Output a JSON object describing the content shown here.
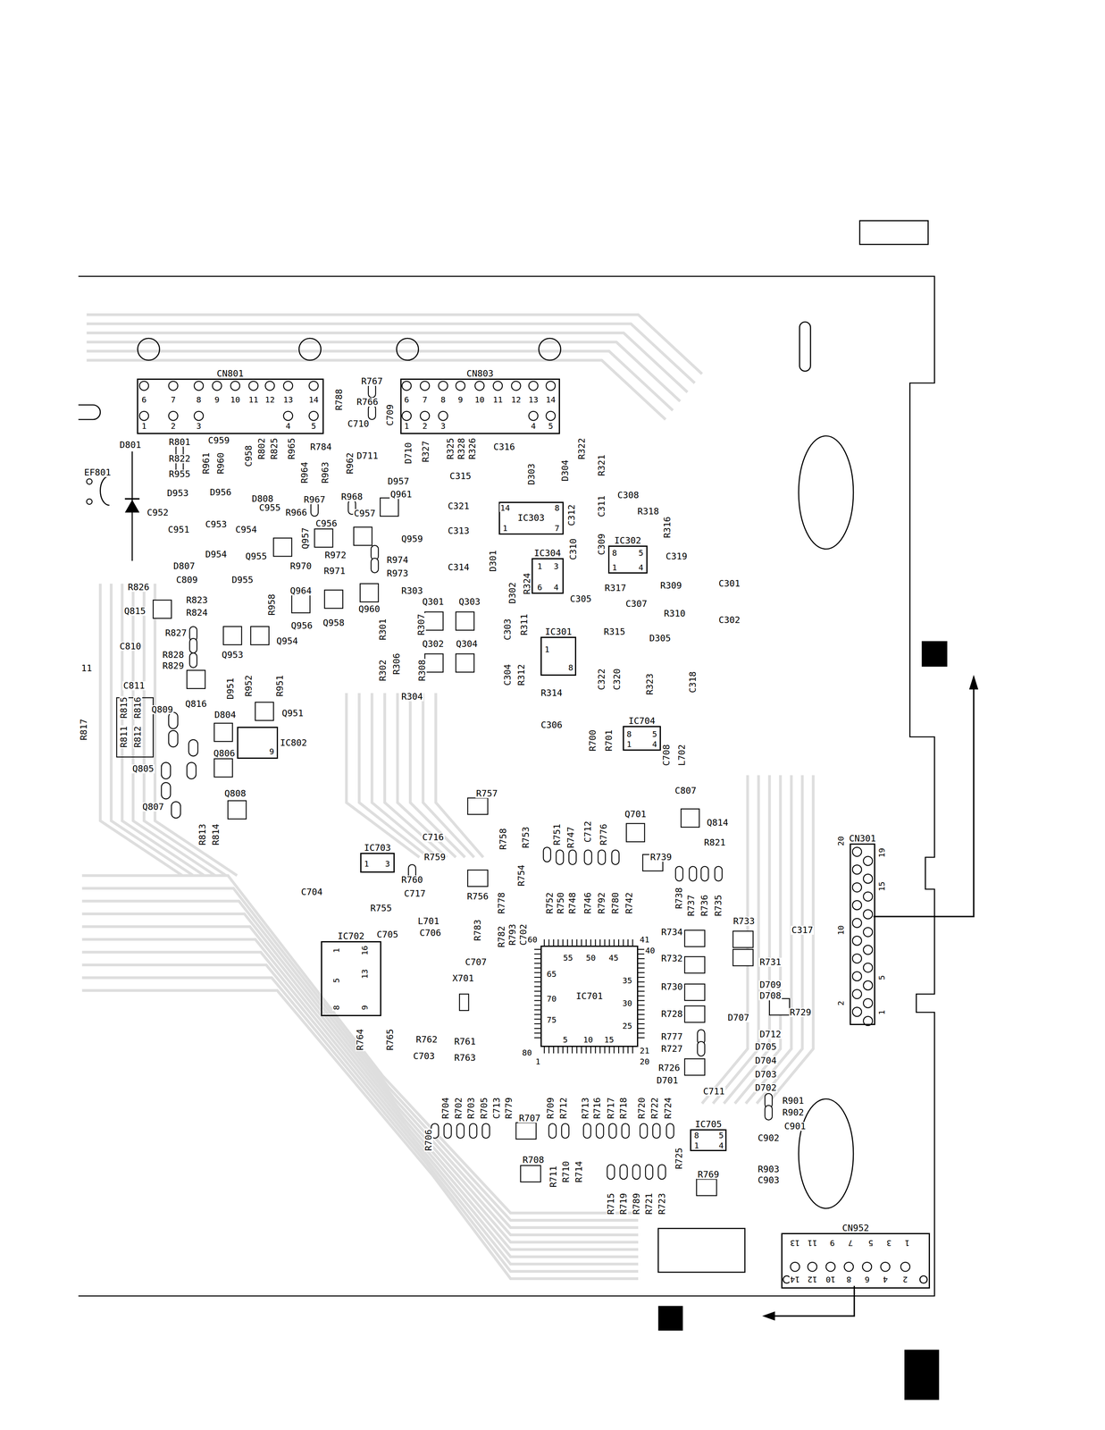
{
  "diagram": {
    "nodes": [
      {
        "text": [
          "CN801"
        ]
      },
      {
        "text": [
          "CN803"
        ]
      },
      {
        "text": [
          "CN301"
        ]
      },
      {
        "text": [
          "CN952"
        ]
      },
      {
        "text": [
          "IC701"
        ]
      },
      {
        "text": [
          "IC702"
        ]
      },
      {
        "text": [
          "IC703"
        ]
      },
      {
        "text": [
          "IC303"
        ]
      },
      {
        "text": [
          "IC302"
        ]
      },
      {
        "text": [
          "IC304"
        ]
      },
      {
        "text": [
          "IC301"
        ]
      },
      {
        "text": [
          "IC704"
        ]
      },
      {
        "text": [
          "IC705"
        ]
      },
      {
        "text": [
          "IC802"
        ]
      }
    ],
    "labels": [
      "6",
      "7",
      "8",
      "9",
      "10",
      "11",
      "12",
      "13",
      "14",
      "1",
      "2",
      "3",
      "4",
      "5",
      "6",
      "7",
      "8",
      "9",
      "10",
      "11",
      "12",
      "13",
      "14",
      "1",
      "2",
      "3",
      "4",
      "5",
      "20",
      "19",
      "15",
      "10",
      "5",
      "2",
      "1",
      "13",
      "11",
      "9",
      "7",
      "5",
      "3",
      "1",
      "14",
      "12",
      "10",
      "8",
      "6",
      "4",
      "2",
      "60",
      "55",
      "50",
      "45",
      "41",
      "40",
      "35",
      "30",
      "25",
      "21",
      "20",
      "15",
      "10",
      "5",
      "1",
      "80",
      "75",
      "70",
      "65",
      "16",
      "13",
      "9",
      "1",
      "5",
      "8",
      "1",
      "3",
      "14",
      "8",
      "1",
      "7",
      "8",
      "5",
      "1",
      "4",
      "1",
      "3",
      "6",
      "4",
      "1",
      "8",
      "8",
      "5",
      "1",
      "4",
      "8",
      "5",
      "1",
      "4",
      "9",
      "D801",
      "EF801",
      "R801",
      "C959",
      "R822",
      "R955",
      "R961",
      "R960",
      "C958",
      "R802",
      "R825",
      "R965",
      "R964",
      "R963",
      "R962",
      "R784",
      "C710",
      "R788",
      "R767",
      "R766",
      "C709",
      "D711",
      "D710",
      "R327",
      "R325",
      "R328",
      "R326",
      "C316",
      "R322",
      "R321",
      "D303",
      "D304",
      "C315",
      "D957",
      "Q961",
      "D953",
      "D956",
      "D808",
      "R967",
      "R968",
      "C952",
      "R966",
      "C955",
      "C956",
      "C957",
      "C953",
      "C954",
      "C951",
      "Q957",
      "Q959",
      "Q955",
      "D807",
      "D954",
      "R970",
      "R972",
      "R971",
      "R974",
      "R973",
      "C321",
      "C313",
      "C314",
      "D301",
      "D302",
      "R324",
      "C312",
      "C311",
      "C308",
      "R318",
      "R316",
      "C310",
      "C309",
      "C319",
      "R317",
      "R309",
      "C301",
      "R310",
      "C302",
      "C307",
      "C305",
      "R826",
      "C809",
      "D955",
      "R823",
      "R824",
      "Q815",
      "R827",
      "C810",
      "R828",
      "R829",
      "Q953",
      "Q954",
      "R958",
      "Q964",
      "Q956",
      "Q958",
      "Q960",
      "R303",
      "Q301",
      "Q303",
      "R301",
      "R307",
      "Q302",
      "Q304",
      "R302",
      "R306",
      "R308",
      "R304",
      "C303",
      "R311",
      "R315",
      "D305",
      "C304",
      "R312",
      "R314",
      "C306",
      "C322",
      "C320",
      "R323",
      "C318",
      "R700",
      "R701",
      "C708",
      "L702",
      "C811",
      "D951",
      "R952",
      "R951",
      "Q816",
      "R815",
      "R816",
      "R811",
      "R812",
      "Q809",
      "D804",
      "Q951",
      "Q806",
      "Q805",
      "Q807",
      "Q808",
      "R813",
      "R814",
      "R817",
      "11",
      "R757",
      "C807",
      "Q701",
      "Q814",
      "R821",
      "C716",
      "R759",
      "R760",
      "C717",
      "R758",
      "R753",
      "R751",
      "R747",
      "C712",
      "R776",
      "R739",
      "R756",
      "R778",
      "R754",
      "R793",
      "C702",
      "R752",
      "R750",
      "R748",
      "R746",
      "R792",
      "R780",
      "R742",
      "R738",
      "R737",
      "R736",
      "R735",
      "C704",
      "R755",
      "C705",
      "L701",
      "C706",
      "R783",
      "R782",
      "C707",
      "X701",
      "R734",
      "R733",
      "C317",
      "R732",
      "R731",
      "R730",
      "D709",
      "D708",
      "D707",
      "R729",
      "R728",
      "D712",
      "R777",
      "R727",
      "D705",
      "D704",
      "D703",
      "R726",
      "D701",
      "C711",
      "D702",
      "R901",
      "R902",
      "C901",
      "C902",
      "R903",
      "C903",
      "R764",
      "R765",
      "R762",
      "C703",
      "R761",
      "R763",
      "R706",
      "R704",
      "R702",
      "R703",
      "R705",
      "C713",
      "R779",
      "R707",
      "R709",
      "R712",
      "R713",
      "R716",
      "R717",
      "R718",
      "R720",
      "R722",
      "R724",
      "R725",
      "R769",
      "R708",
      "R711",
      "R710",
      "R714",
      "R715",
      "R719",
      "R789",
      "R721",
      "R723"
    ]
  }
}
